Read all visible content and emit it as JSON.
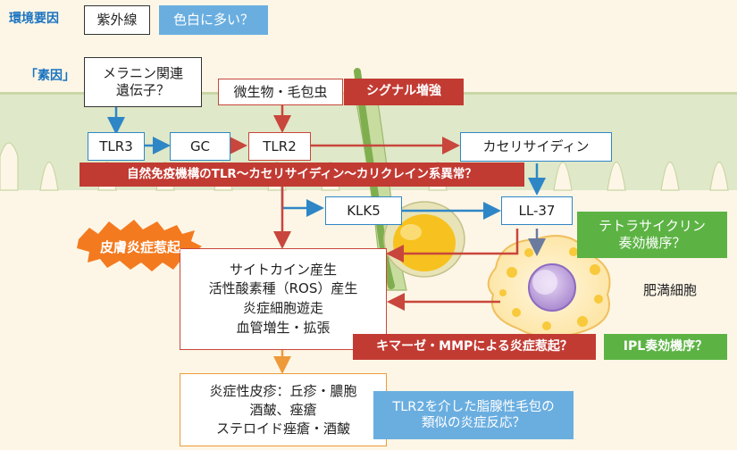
{
  "labels": {
    "environment": "環境要因",
    "predisposition": "「素因」"
  },
  "boxes": {
    "uv": "紫外線",
    "melanin_gene": "メラニン関連\n遺伝子？",
    "microbes": "微生物・毛包虫",
    "tlr3": "TLR3",
    "gc": "GC",
    "tlr2": "TLR2",
    "cathelicidin": "カセリサイディン",
    "klk5": "KLK5",
    "ll37": "LL-37",
    "cytokine": "サイトカイン産生\n活性酸素種（ROS）産生\n炎症細胞遊走\n血管増生・拡張",
    "rash": "炎症性皮疹：丘疹・膿胞\n酒皶、痤瘡\nステロイド痤瘡・酒皶"
  },
  "tags": {
    "fair_skin": "色白に多い？",
    "signal": "シグナル増強",
    "innate": "自然免疫機構のTLR～カセリサイディン～カリクレイン系異常？",
    "tetracycline": "テトラサイクリン\n奏効機序？",
    "chymase": "キマーゼ・MMPによる炎症惹起？",
    "ipl": "IPL奏効機序？",
    "sebaceous": "TLR2を介した脂腺性毛包の\n類似の炎症反応？"
  },
  "burst": "皮膚炎症惹起",
  "mast_cell": "肥満細胞",
  "colors": {
    "blue_arrow": "#2f86c6",
    "red_arrow": "#c8463c",
    "orange_arrow": "#ee9a3a",
    "skin_band": "#dfe8c8",
    "burst": "#f47a20"
  }
}
